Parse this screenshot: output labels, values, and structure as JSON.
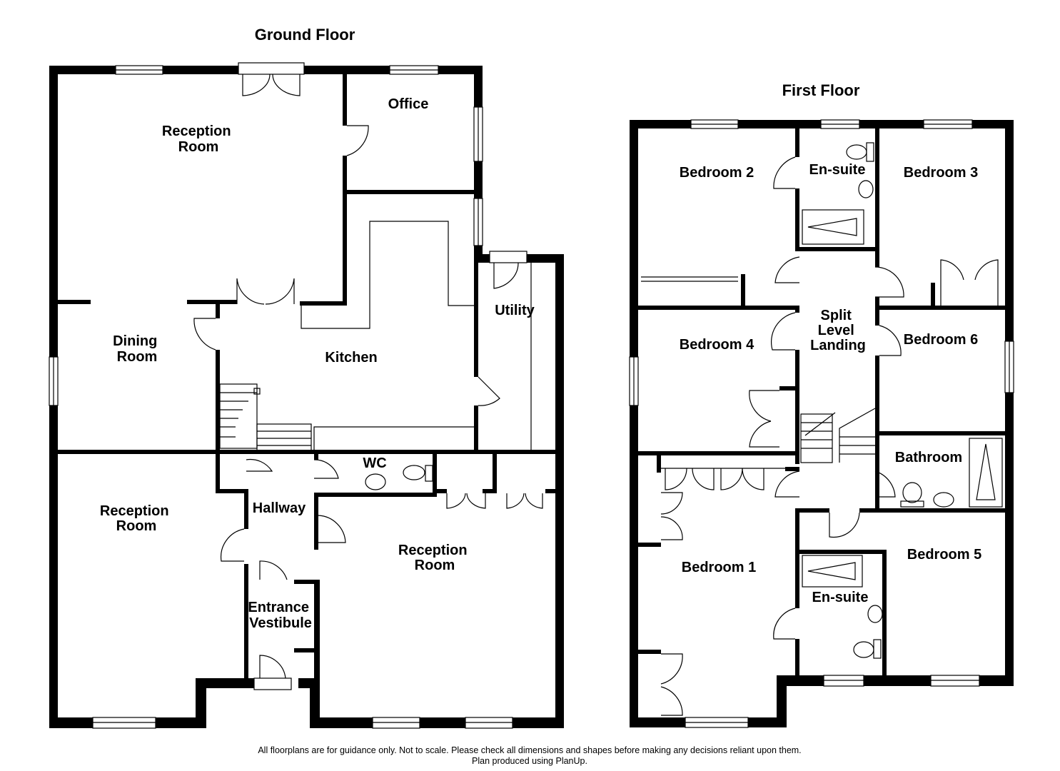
{
  "ground_floor": {
    "title": "Ground Floor",
    "rooms": {
      "reception_top": [
        "Reception",
        "Room"
      ],
      "office": "Office",
      "dining": [
        "Dining",
        "Room"
      ],
      "kitchen": "Kitchen",
      "utility": "Utility",
      "wc": "WC",
      "reception_left": [
        "Reception",
        "Room"
      ],
      "hallway": "Hallway",
      "reception_right": [
        "Reception",
        "Room"
      ],
      "entrance": [
        "Entrance",
        "Vestibule"
      ]
    }
  },
  "first_floor": {
    "title": "First Floor",
    "rooms": {
      "bedroom2": "Bedroom 2",
      "ensuite_top": "En-suite",
      "bedroom3": "Bedroom 3",
      "landing": [
        "Split",
        "Level",
        "Landing"
      ],
      "bedroom4": "Bedroom 4",
      "bedroom6": "Bedroom 6",
      "bathroom": "Bathroom",
      "bedroom1": "Bedroom 1",
      "ensuite_bottom": "En-suite",
      "bedroom5": "Bedroom 5"
    }
  },
  "footer": {
    "line1": "All floorplans are for guidance only. Not to scale. Please check all dimensions and shapes before making any decisions reliant upon them.",
    "line2": "Plan produced using PlanUp."
  }
}
